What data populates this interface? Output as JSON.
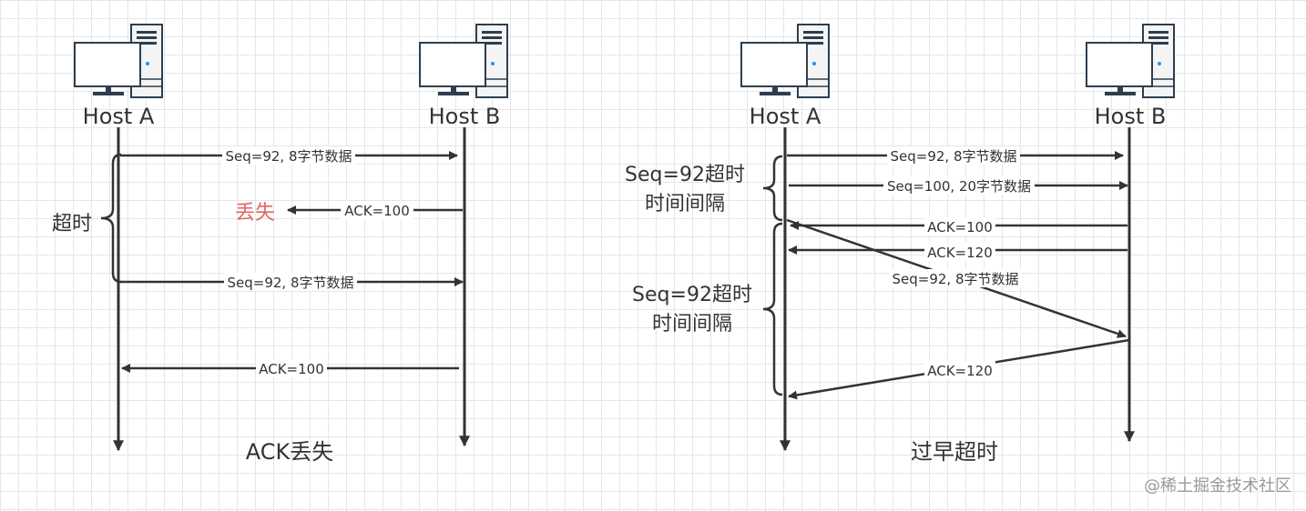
{
  "diagrams": [
    {
      "hosts": [
        "Host A",
        "Host B"
      ],
      "messages": [
        "Seq=92, 8字节数据",
        "ACK=100",
        "Seq=92, 8字节数据",
        "ACK=100"
      ],
      "lost_label": "丢失",
      "brace_label": "超时",
      "caption": "ACK丢失"
    },
    {
      "hosts": [
        "Host A",
        "Host B"
      ],
      "messages": [
        "Seq=92, 8字节数据",
        "Seq=100, 20字节数据",
        "ACK=100",
        "ACK=120",
        "Seq=92, 8字节数据",
        "ACK=120"
      ],
      "brace_labels": [
        [
          "Seq=92超时",
          "时间间隔"
        ],
        [
          "Seq=92超时",
          "时间间隔"
        ]
      ],
      "caption": "过早超时"
    }
  ],
  "watermark": "@稀土掘金技术社区",
  "colors": {
    "lost": "#e06666",
    "line": "#333333",
    "text": "#333333"
  }
}
